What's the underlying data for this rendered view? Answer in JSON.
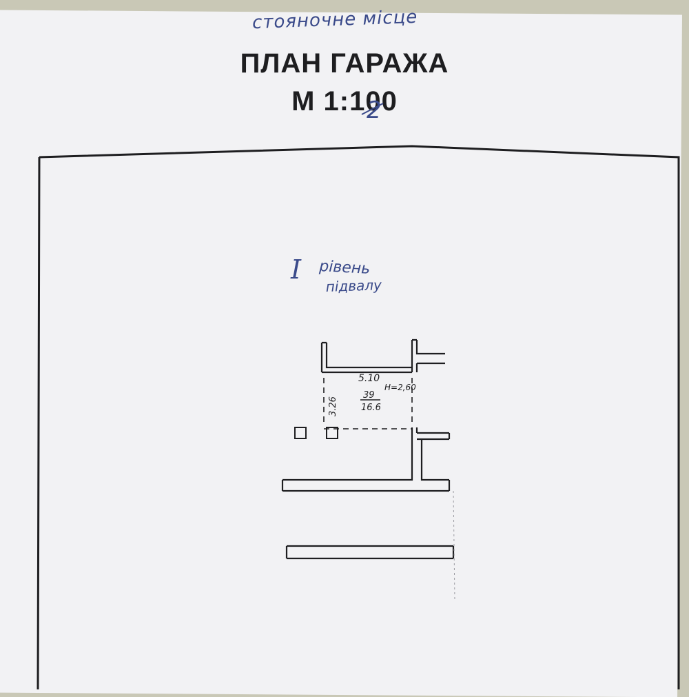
{
  "handwritten_top_note": "стоянoчне місце",
  "title_line1": "ПЛАН ГАРАЖА",
  "title_line2": "М 1:100",
  "scale_correction_digit": "2",
  "level_label_numeral": "I",
  "level_label_word": "рівень",
  "level_label_line2": "підвалу",
  "room": {
    "length": "5.10",
    "height": "H=2,60",
    "number": "39",
    "area": "16.6",
    "width": "3.26"
  },
  "colors": {
    "ink": "#1e1e20",
    "handwriting": "#3a4a8a",
    "paper": "#f2f2f4"
  }
}
